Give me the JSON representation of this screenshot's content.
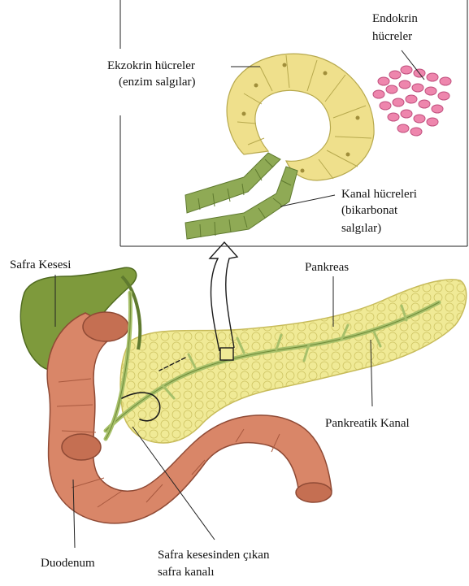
{
  "labels": {
    "exocrine_line1": "Ekzokrin hücreler",
    "exocrine_line2": "(enzim salgılar)",
    "endocrine_line1": "Endokrin",
    "endocrine_line2": "hücreler",
    "duct_cells_line1": "Kanal hücreleri",
    "duct_cells_line2": "(bikarbonat",
    "duct_cells_line3": "salgılar)",
    "gallbladder": "Safra Kesesi",
    "pancreas": "Pankreas",
    "pancreatic_duct": "Pankreatik Kanal",
    "duodenum": "Duodenum",
    "bile_duct_line1": "Safra kesesinden çıkan",
    "bile_duct_line2": "safra kanalı"
  },
  "colors": {
    "exocrine_cells": "#efe08c",
    "duct_cells": "#8faa55",
    "endocrine_cells": "#ee86ad",
    "pancreas": "#f0ea96",
    "gallbladder": "#7e9a3c",
    "duodenum": "#d98668",
    "ducts": "#a7c06a"
  }
}
